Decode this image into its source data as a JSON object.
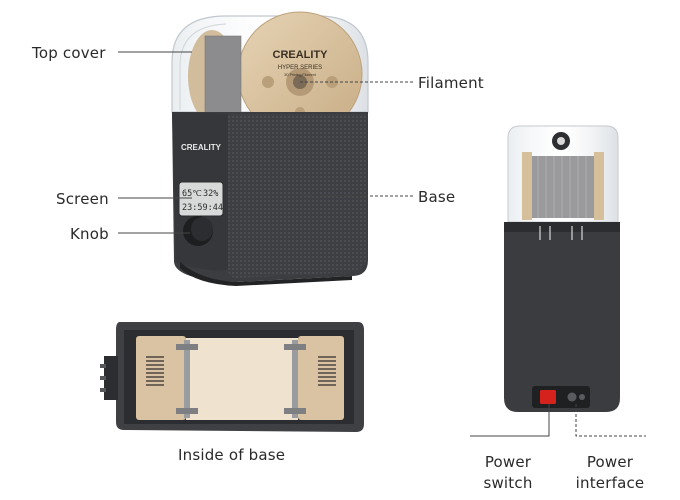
{
  "labels": {
    "top_cover": "Top cover",
    "filament": "Filament",
    "screen": "Screen",
    "base": "Base",
    "knob": "Knob",
    "inside_of_base": "Inside of base",
    "power_switch_line1": "Power",
    "power_switch_line2": "switch",
    "power_interface_line1": "Power",
    "power_interface_line2": "interface"
  },
  "product": {
    "brand": "CREALITY",
    "spool_brand": "CREALITY",
    "spool_series": "HYPER SERIES",
    "spool_subtitle": "3D Printing Filament"
  },
  "display": {
    "temperature": "65℃",
    "humidity": "32%",
    "time": "23:59:44"
  },
  "colors": {
    "base_dark": "#3b3d41",
    "spool_beige": "#d9c3a2",
    "filament_gray": "#8c8c8e",
    "switch_red": "#d6221c"
  }
}
